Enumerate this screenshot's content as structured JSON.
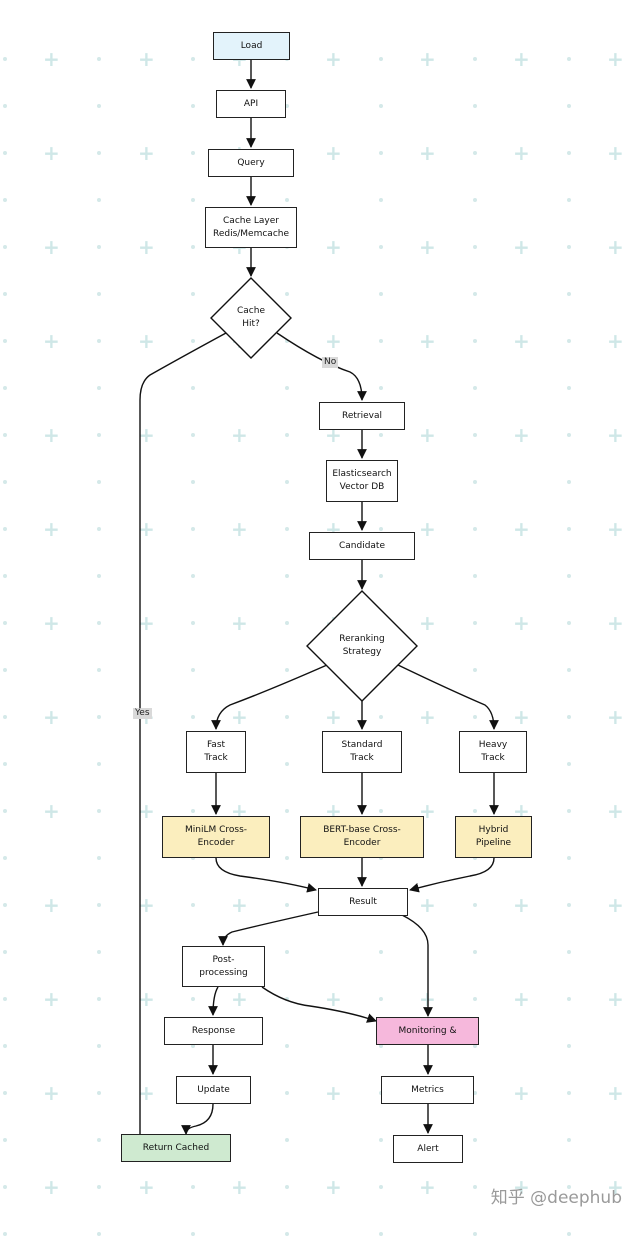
{
  "nodes": {
    "load": "Load",
    "api": "API",
    "query": "Query",
    "cache_layer": "Cache Layer\nRedis/Memcache",
    "cache_hit": "Cache\nHit?",
    "retrieval": "Retrieval",
    "elasticsearch": "Elasticsearch\nVector DB",
    "candidate": "Candidate",
    "reranking": "Reranking\nStrategy",
    "fast_track": "Fast\nTrack",
    "standard_track": "Standard\nTrack",
    "heavy_track": "Heavy\nTrack",
    "minilm": "MiniLM Cross-\nEncoder",
    "bert": "BERT-base Cross-\nEncoder",
    "hybrid": "Hybrid\nPipeline",
    "result": "Result",
    "post_processing": "Post-\nprocessing",
    "response": "Response",
    "update": "Update",
    "return_cached": "Return Cached",
    "monitoring": "Monitoring &",
    "metrics": "Metrics",
    "alert": "Alert"
  },
  "edge_labels": {
    "no": "No",
    "yes": "Yes"
  },
  "watermark": "知乎 @deephub",
  "colors": {
    "load": "#e3f3fb",
    "models": "#fbeebe",
    "monitoring": "#f6b8dc",
    "return_cached": "#cfead0"
  }
}
